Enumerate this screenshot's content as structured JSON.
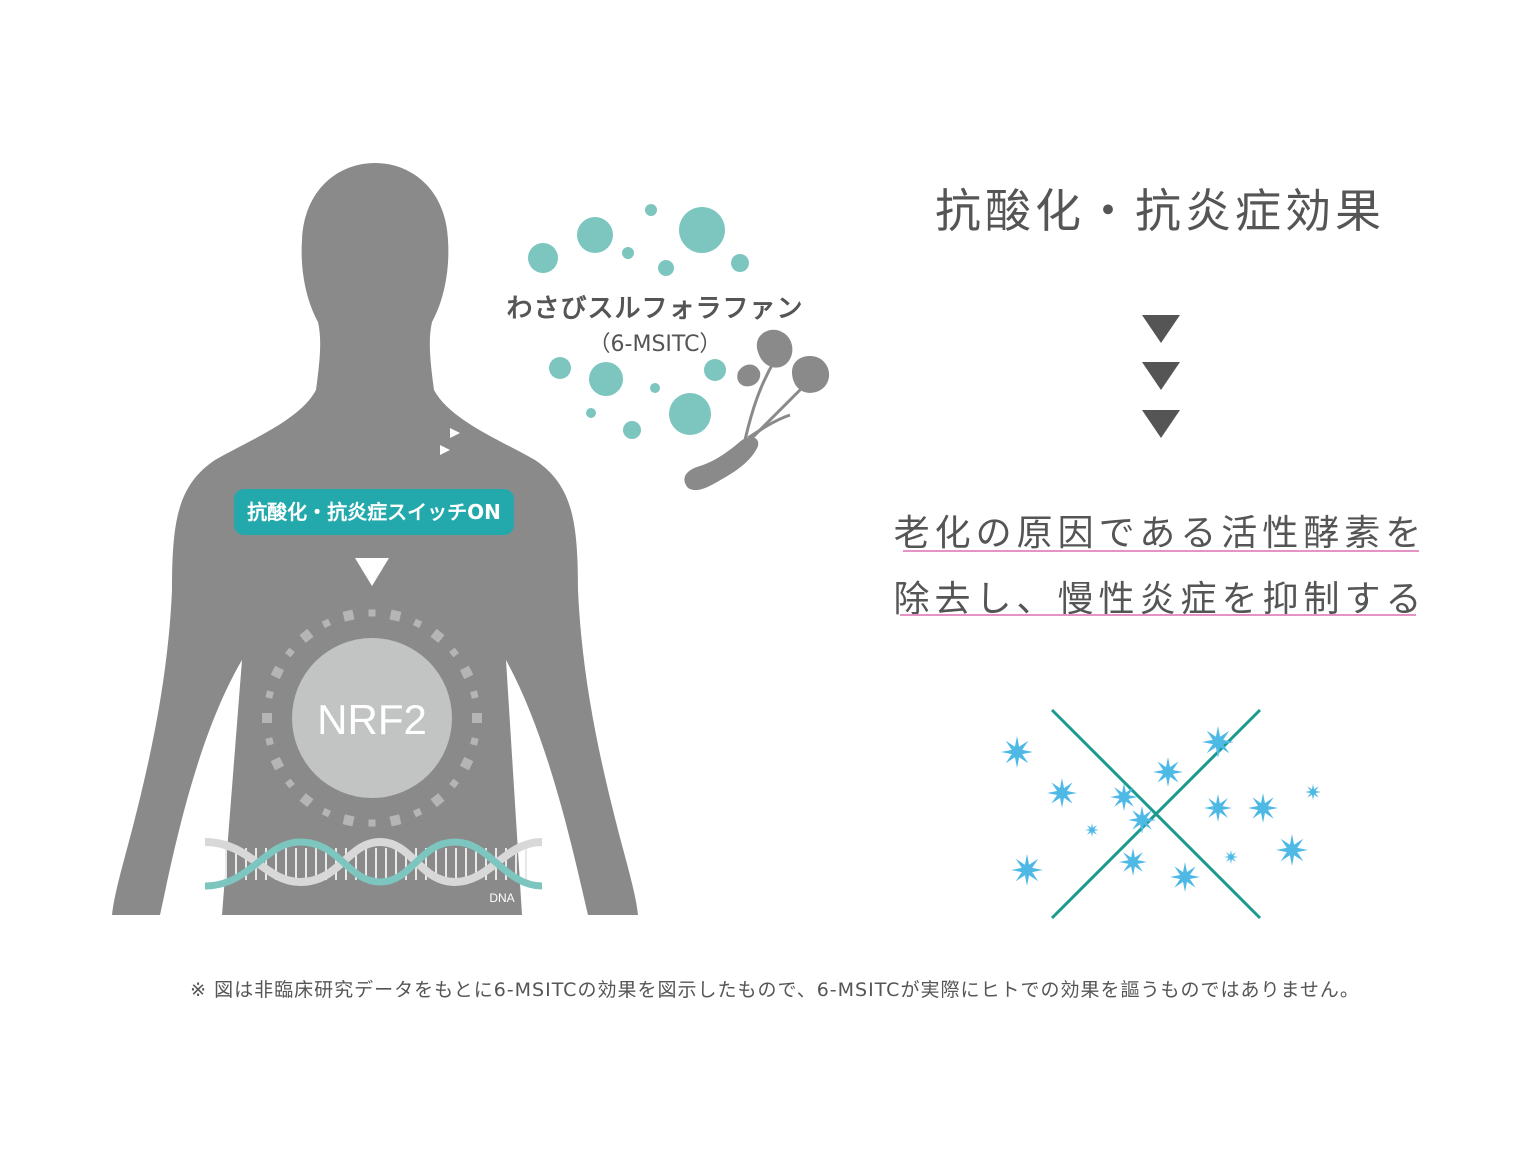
{
  "heading": "抗酸化・抗炎症効果",
  "wasabi": {
    "name": "わさびスルフォラファン",
    "compound": "（6-MSITC）"
  },
  "switch_label": "抗酸化・抗炎症スイッチON",
  "nrf2_label": "NRF2",
  "dna_label": "DNA",
  "effect": {
    "line1": "老化の原因である活性酵素を",
    "line2": "除去し、慢性炎症を抑制する"
  },
  "footnote": "※ 図は非臨床研究データをもとに6-MSITCの効果を図示したもので、6-MSITCが実際にヒトでの効果を謳うものではありません。",
  "colors": {
    "body": "#8a8a8a",
    "teal": "#7cc6bf",
    "switch": "#23a9ac",
    "nrf2_circle": "#c2c3c3",
    "arrow": "#555555",
    "sparkle": "#4fb9e6",
    "cross": "#1a9b8f",
    "underline": "#e493c4"
  }
}
